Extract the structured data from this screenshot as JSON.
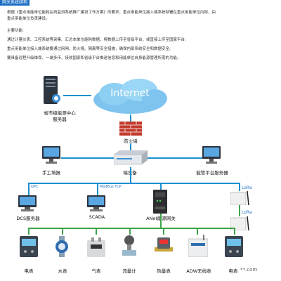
{
  "header": {
    "section_title": "网关系统结构",
    "line1": "根据《重点用能单位能耗在线监测系统推广建设工作方案》的要求，重点用能单位接入端系统部署在重点用能单位内部，由",
    "line2": "重点用能单位负责建设。",
    "line3": "主要功能:",
    "line4": "通过计量仪表、工控系统等采集、汇总本单位能耗数据，将数据上传至省级平台，或直接上传至国家平台;",
    "line5": "重点用能单位接入端系统要通过网闸、防火墙、隔离等安全措施，确保内部系统安全和数据安全;",
    "line6": "要具备远程升级维保、一端多传、接收国家和省级平台推送信息和用能单位自身能源管理所需的功能。"
  },
  "diagram": {
    "server_label_1": "省市级能源中心",
    "server_label_2": "服务器",
    "internet": "Internet",
    "firewall": "防火墙",
    "manual": "手工填报",
    "endpoint": "端设备",
    "platform": "能管平台服务器",
    "opc": "OPC",
    "modbus": "ModBus TCP",
    "dcs": "DCS服务器",
    "scada": "SCADA",
    "anet": "ANet能源网关",
    "lora1": "LoRa",
    "lora2": "LoRa",
    "meters": [
      "电表",
      "水表",
      "气表",
      "流量计",
      "热量表",
      "ADW无线表",
      "电表"
    ],
    "watermark": "**.com"
  }
}
